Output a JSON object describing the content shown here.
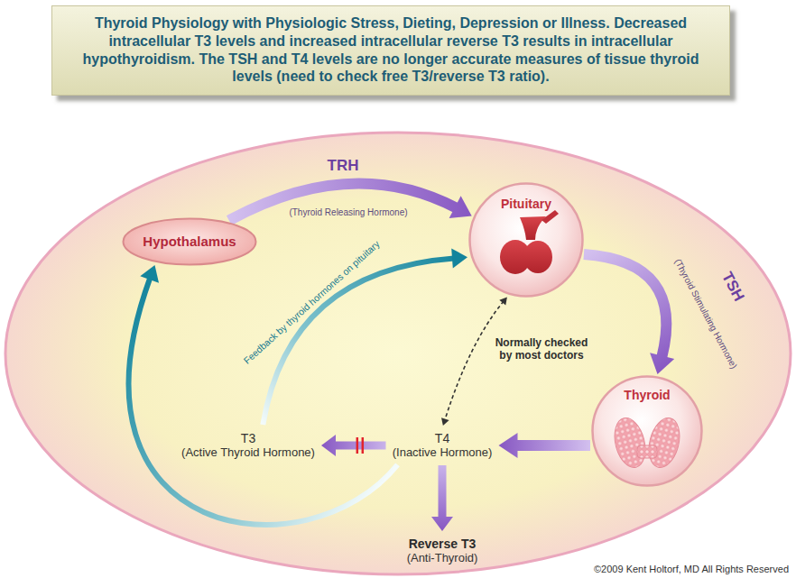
{
  "diagram": {
    "title": "Thyroid Physiology with Physiologic Stress, Dieting, Depression or Illness. Decreased intracellular T3 levels and increased intracellular reverse T3 results in intracellular hypothyroidism. The TSH and T4 levels are no longer accurate measures of tissue thyroid levels (need to check free T3/reverse T3 ratio).",
    "nodes": [
      {
        "text": [
          "Hypothalamus"
        ]
      },
      {
        "text": [
          "Pituitary"
        ]
      },
      {
        "text": [
          "Thyroid"
        ]
      },
      {
        "text": [
          "T3",
          "(Active Thyroid Hormone)"
        ]
      },
      {
        "text": [
          "T4",
          "(Inactive Hormone)"
        ]
      },
      {
        "text": [
          "Reverse T3",
          "(Anti-Thyroid)"
        ]
      }
    ],
    "edges": [
      {
        "from": 0,
        "to": 1,
        "label": "TRH",
        "arrow": "to"
      },
      {
        "from": 1,
        "to": 2,
        "label": "TSH",
        "arrow": "to"
      },
      {
        "from": 2,
        "to": 4,
        "arrow": "to"
      },
      {
        "from": 4,
        "to": 3,
        "arrow": "to"
      },
      {
        "from": 4,
        "to": 5,
        "arrow": "to"
      },
      {
        "from": 3,
        "to": 1,
        "label": "Feedback by thyroid hormones on pituitary",
        "arrow": "to"
      },
      {
        "from": 4,
        "to": 0,
        "arrow": "to"
      },
      {
        "from": 1,
        "to": 4,
        "label": "Normally checked by most doctors",
        "arrow": "both"
      }
    ],
    "labels": [
      "(Thyroid Releasing Hormone)",
      "(Thyroid Stimulating Hormone)",
      "©2009 Kent Holtorf, MD All Rights Reserved"
    ]
  }
}
